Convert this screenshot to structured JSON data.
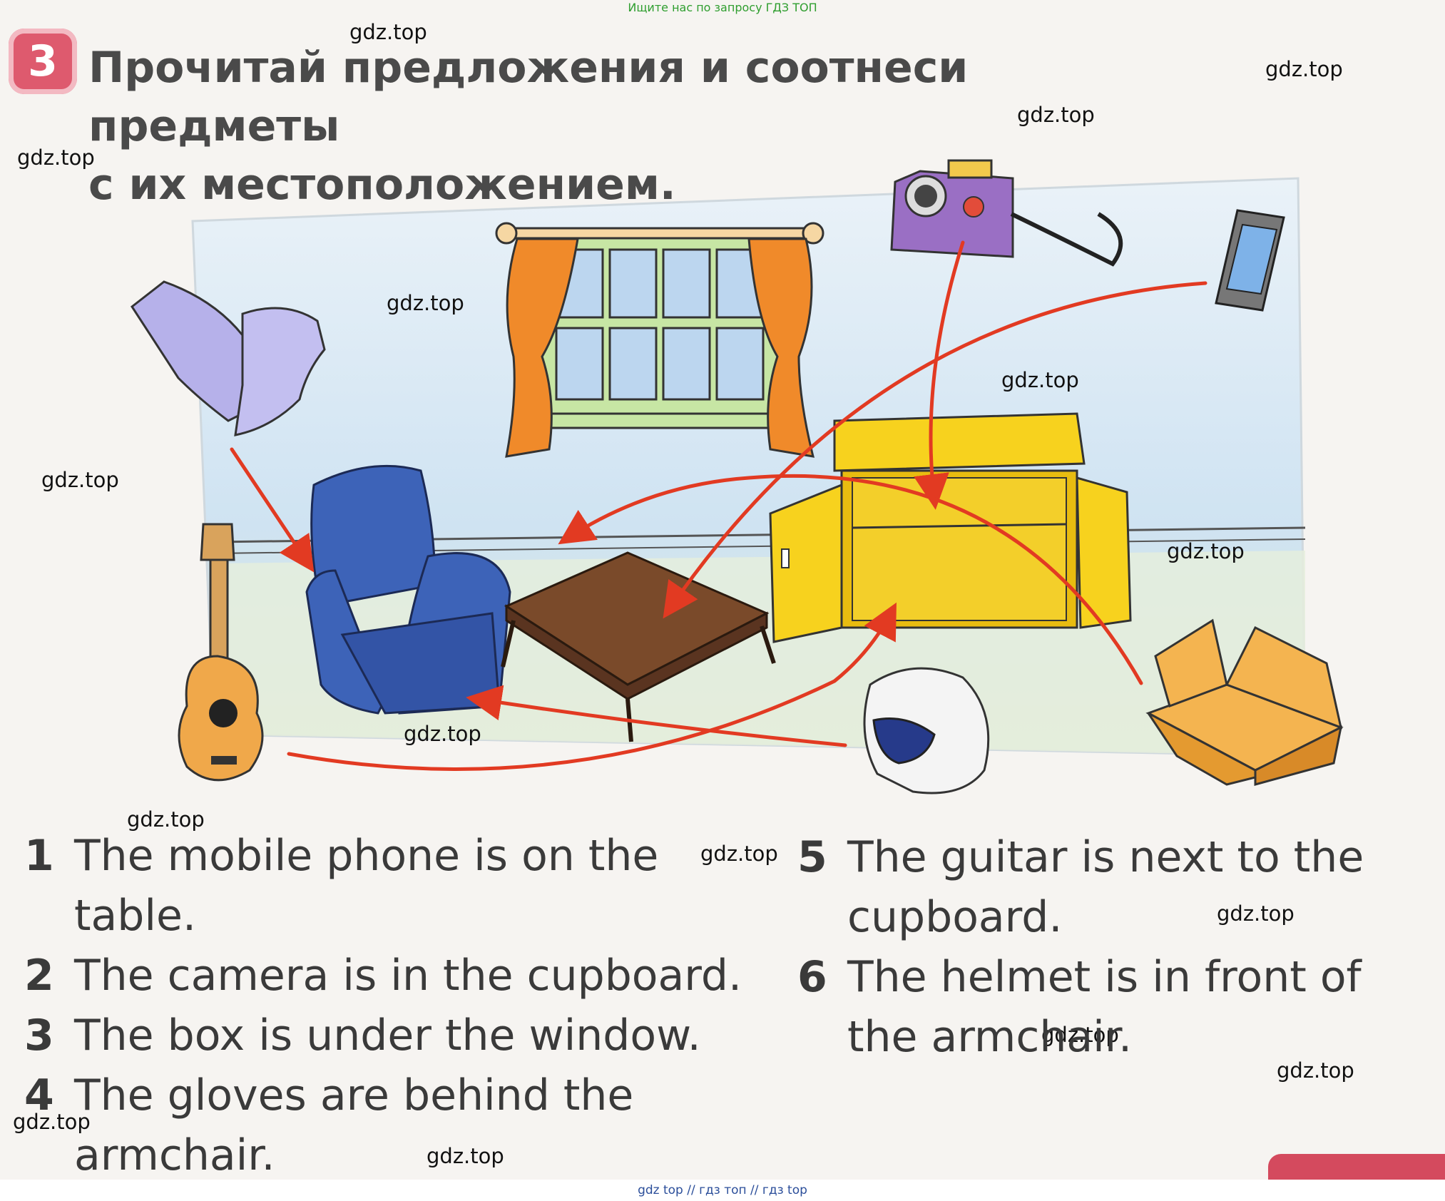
{
  "banner_top": "Ищите нас по запросу ГДЗ ТОП",
  "banner_bottom": "gdz top  //  гдз топ  //  гдз top",
  "exercise": {
    "number": "3",
    "title_line1": "Прочитай предложения и соотнеси предметы",
    "title_line2": "с их местоположением."
  },
  "watermark_text": "gdz.top",
  "sentences": [
    {
      "num": "1",
      "text": "The mobile phone is on the table."
    },
    {
      "num": "2",
      "text": "The camera is in the cupboard."
    },
    {
      "num": "3",
      "text": "The box is under the window."
    },
    {
      "num": "4",
      "text": "The gloves are behind the armchair."
    },
    {
      "num": "5",
      "text": "The guitar is next to the cupboard."
    },
    {
      "num": "6",
      "text": "The helmet is in front of the armchair."
    }
  ],
  "colors": {
    "arrow": "#e23a22",
    "badge": "#de5a6e",
    "cupboard": "#f7d21e",
    "armchair": "#3d63b8",
    "table": "#7a4a2a",
    "curtain": "#f08a2a",
    "window_frame": "#c7e6a4"
  }
}
